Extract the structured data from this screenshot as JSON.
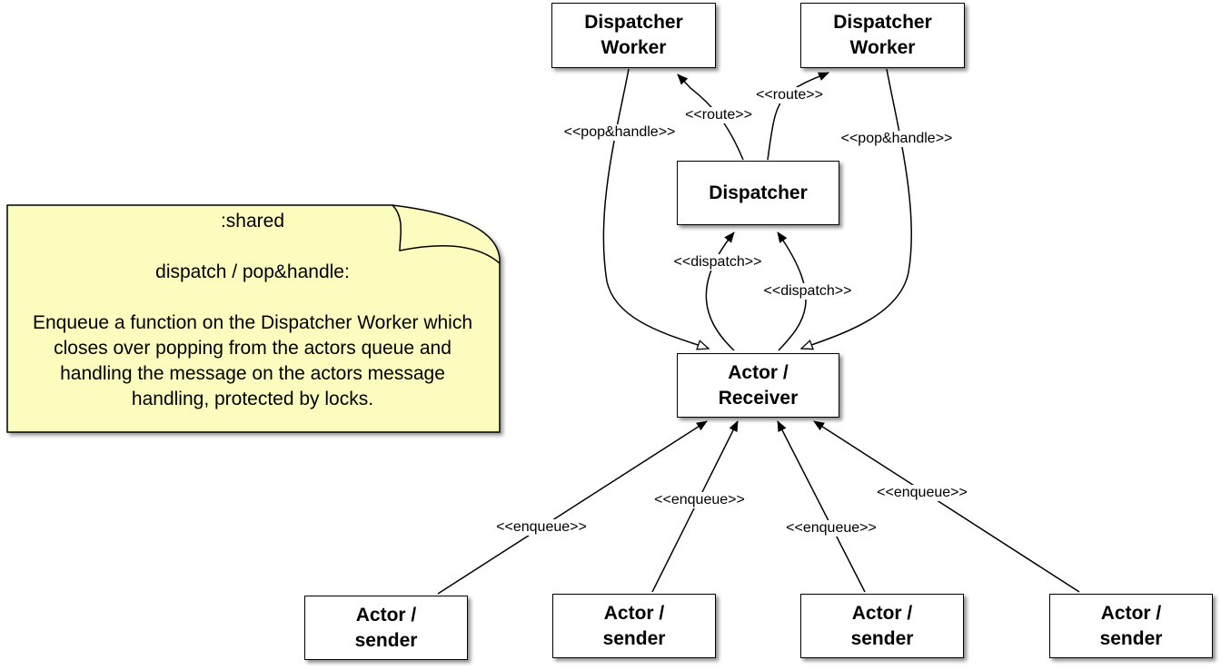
{
  "nodes": {
    "worker_left": "Dispatcher\nWorker",
    "worker_right": "Dispatcher\nWorker",
    "dispatcher": "Dispatcher",
    "receiver": "Actor /\nReceiver",
    "sender_1": "Actor /\nsender",
    "sender_2": "Actor /\nsender",
    "sender_3": "Actor /\nsender",
    "sender_4": "Actor /\nsender"
  },
  "edge_labels": {
    "pop_left": "<<pop&handle>>",
    "pop_right": "<<pop&handle>>",
    "route_left": "<<route>>",
    "route_right": "<<route>>",
    "dispatch_left": "<<dispatch>>",
    "dispatch_right": "<<dispatch>>",
    "enqueue_1": "<<enqueue>>",
    "enqueue_2": "<<enqueue>>",
    "enqueue_3": "<<enqueue>>",
    "enqueue_4": "<<enqueue>>"
  },
  "note": {
    "title": ":shared",
    "subtitle": "dispatch / pop&handle:",
    "body": "Enqueue a function on the Dispatcher Worker which closes over popping from the actors queue and handling the message on the actors message handling, protected by locks."
  },
  "colors": {
    "note_fill": "#fdfcbf",
    "stroke": "#000000"
  }
}
